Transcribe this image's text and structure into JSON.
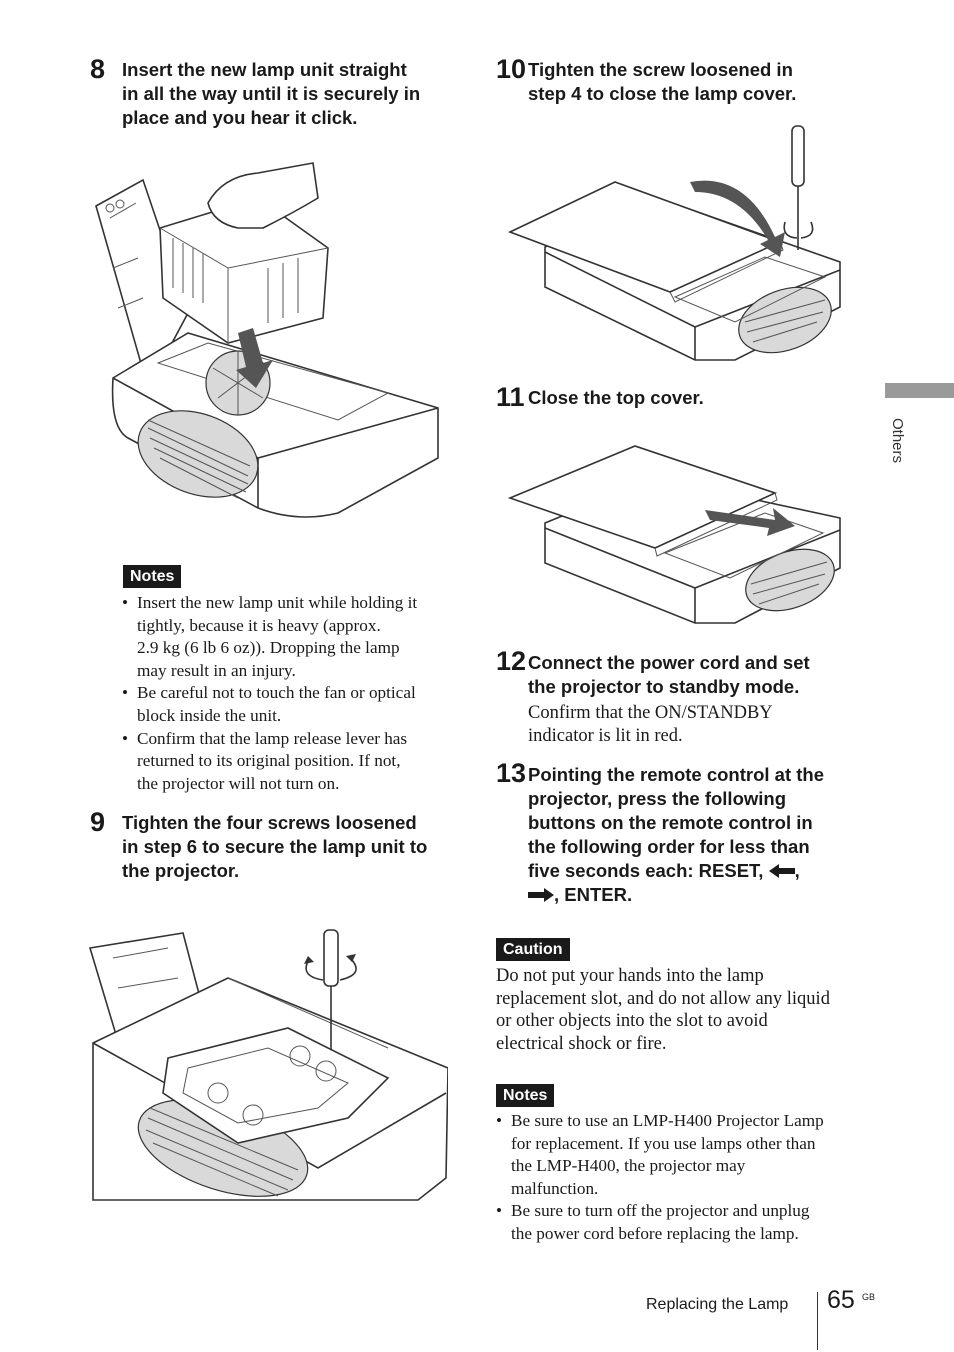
{
  "side_tab": {
    "label": "Others"
  },
  "footer": {
    "section": "Replacing the Lamp",
    "page": "65",
    "region": "GB"
  },
  "step8": {
    "number": "8",
    "lines": [
      "Insert the new lamp unit straight",
      "in all the way until it is securely in",
      "place and you hear it click."
    ]
  },
  "notes1": {
    "label": "Notes",
    "items": [
      [
        "Insert the new lamp unit while holding it",
        "tightly, because it is heavy (approx.",
        "2.9 kg (6 lb 6 oz)). Dropping the lamp",
        "may result in an injury."
      ],
      [
        "Be careful not to touch the fan or optical",
        "block inside the unit."
      ],
      [
        "Confirm that the lamp release lever has",
        "returned to its original position. If not,",
        "the projector will not turn on."
      ]
    ]
  },
  "step9": {
    "number": "9",
    "lines": [
      "Tighten the four screws loosened",
      "in step 6 to secure the lamp unit to",
      "the projector."
    ]
  },
  "step10": {
    "number": "10",
    "lines": [
      "Tighten the screw loosened in",
      "step 4 to close the lamp cover."
    ]
  },
  "step11": {
    "number": "11",
    "lines": [
      "Close the top cover."
    ]
  },
  "step12": {
    "number": "12",
    "lines": [
      "Connect the power cord and set",
      "the projector to standby mode."
    ],
    "body": [
      "Confirm that the ON/STANDBY",
      "indicator is lit in red."
    ]
  },
  "step13": {
    "number": "13",
    "lines": [
      "Pointing the remote control at the",
      "projector, press the following",
      "buttons on the remote control in",
      "the following order for less than"
    ],
    "line5": "five seconds each: RESET, ",
    "line5_end": ",",
    "line6_end": ", ENTER.",
    "icons": [
      "left-arrow-icon",
      "right-arrow-icon"
    ]
  },
  "caution": {
    "label": "Caution",
    "lines": [
      "Do not put your hands into the lamp",
      "replacement slot, and do not allow any liquid",
      "or other objects into the slot to avoid",
      "electrical shock or fire."
    ]
  },
  "notes2": {
    "label": "Notes",
    "items": [
      [
        "Be sure to use an LMP-H400 Projector Lamp",
        "for replacement. If you use lamps other than",
        "the LMP-H400, the projector may",
        "malfunction."
      ],
      [
        "Be sure to turn off the projector and unplug",
        "the power cord before replacing the lamp."
      ]
    ]
  }
}
